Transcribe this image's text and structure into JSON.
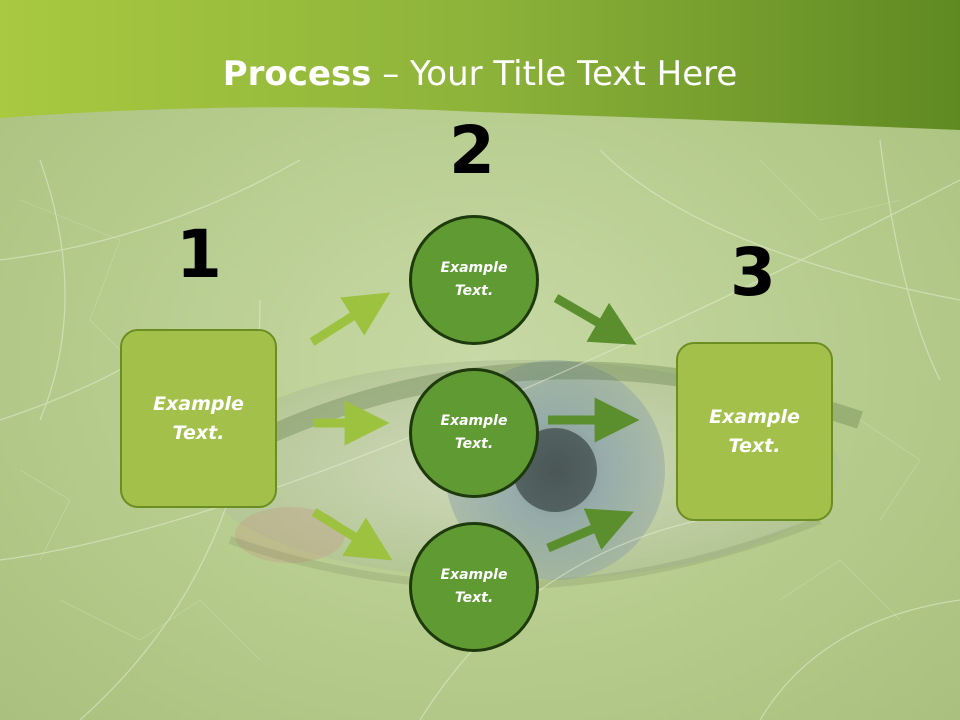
{
  "title": {
    "bold": "Process",
    "rest": " – Your Title Text Here"
  },
  "steps": [
    {
      "number": "1",
      "line1": "Example",
      "line2": "Text."
    },
    {
      "number": "2"
    },
    {
      "number": "3",
      "line1": "Example",
      "line2": "Text."
    }
  ],
  "circles": [
    {
      "line1": "Example",
      "line2": "Text."
    },
    {
      "line1": "Example",
      "line2": "Text."
    },
    {
      "line1": "Example",
      "line2": "Text."
    }
  ],
  "colors": {
    "header_green": "#8db33a",
    "box_fill": "#a3c14a",
    "circle_fill": "#5f9a33",
    "arrow_light": "#9cc23f",
    "arrow_dark": "#5b8f2e"
  }
}
